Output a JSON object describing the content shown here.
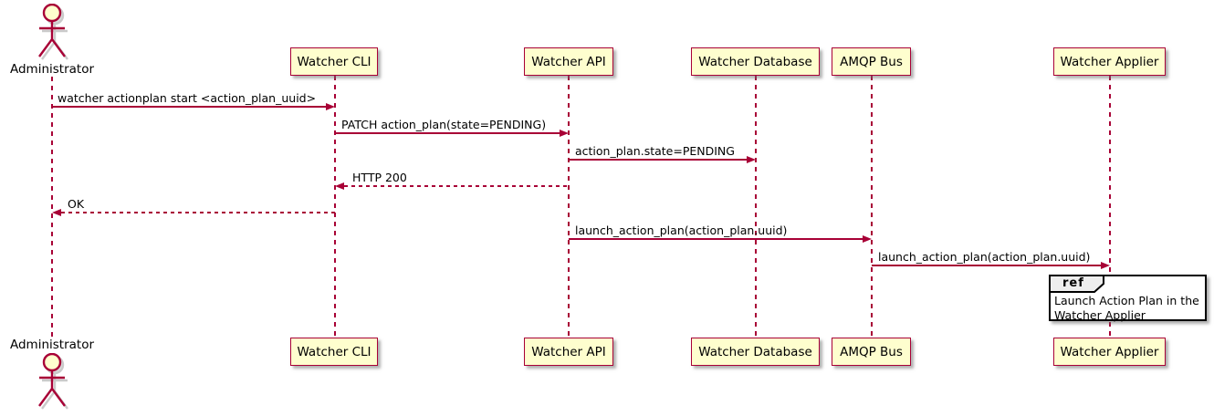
{
  "diagram": {
    "type": "plantuml-sequence",
    "actor": {
      "label": "Administrator"
    },
    "participants": [
      {
        "label": "Watcher CLI"
      },
      {
        "label": "Watcher API"
      },
      {
        "label": "Watcher Database"
      },
      {
        "label": "AMQP Bus"
      },
      {
        "label": "Watcher Applier"
      }
    ],
    "messages": [
      {
        "from": "Administrator",
        "to": "Watcher CLI",
        "style": "solid",
        "label": "watcher actionplan start <action_plan_uuid>"
      },
      {
        "from": "Watcher CLI",
        "to": "Watcher API",
        "style": "solid",
        "label": "PATCH action_plan(state=PENDING)"
      },
      {
        "from": "Watcher API",
        "to": "Watcher Database",
        "style": "solid",
        "label": "action_plan.state=PENDING"
      },
      {
        "from": "Watcher API",
        "to": "Watcher CLI",
        "style": "dashed",
        "label": "HTTP 200"
      },
      {
        "from": "Watcher CLI",
        "to": "Administrator",
        "style": "dashed",
        "label": "OK"
      },
      {
        "from": "Watcher API",
        "to": "AMQP Bus",
        "style": "solid",
        "label": "launch_action_plan(action_plan.uuid)"
      },
      {
        "from": "AMQP Bus",
        "to": "Watcher Applier",
        "style": "solid",
        "label": "launch_action_plan(action_plan.uuid)"
      }
    ],
    "ref": {
      "keyword": "ref",
      "over": "Watcher Applier",
      "line1": "Launch Action Plan in the",
      "line2": "Watcher Applier"
    },
    "colors": {
      "participant_fill": "#FEFECE",
      "line": "#A80036",
      "text": "#000000",
      "ref_tab_fill": "#EEEEEE",
      "ref_border": "#000000",
      "background": "#FFFFFF"
    }
  }
}
